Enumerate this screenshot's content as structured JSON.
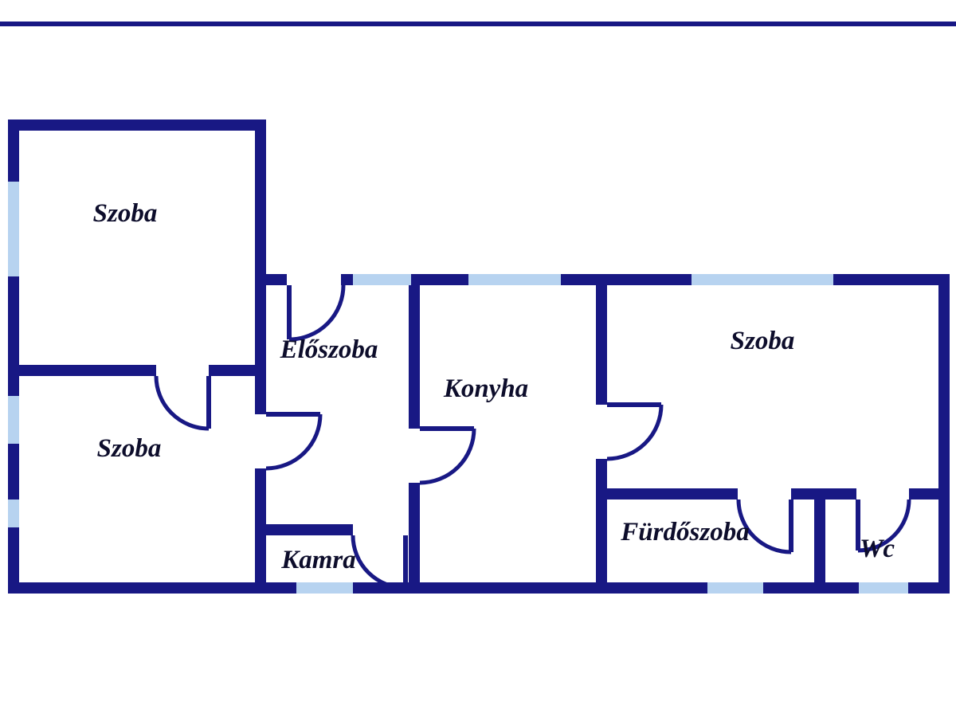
{
  "colors": {
    "background": "#ffffff",
    "wall": "#181884",
    "window": "#b7d3f0",
    "label": "#0d0d2b",
    "top_rule": "#181884"
  },
  "floor_plan": {
    "type": "residential-floor-plan",
    "rooms": [
      {
        "id": "szoba-top-left",
        "label": "Szoba"
      },
      {
        "id": "szoba-bottom-left",
        "label": "Szoba"
      },
      {
        "id": "eloszoba",
        "label": "Előszoba"
      },
      {
        "id": "konyha",
        "label": "Konyha"
      },
      {
        "id": "szoba-right",
        "label": "Szoba"
      },
      {
        "id": "kamra",
        "label": "Kamra"
      },
      {
        "id": "furdoszoba",
        "label": "Fürdőszoba"
      },
      {
        "id": "wc",
        "label": "Wc"
      }
    ]
  }
}
